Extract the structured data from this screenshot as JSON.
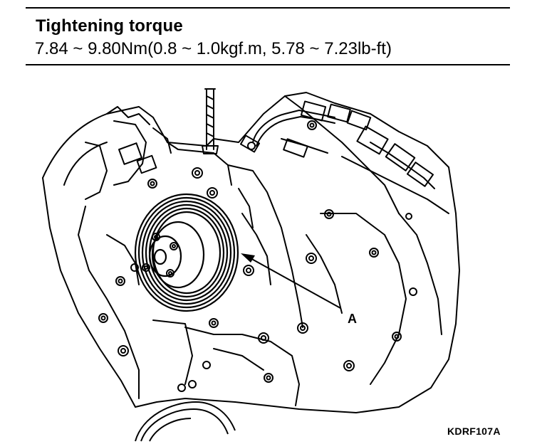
{
  "spec": {
    "heading": "Tightening torque",
    "value": "7.84 ~ 9.80Nm(0.8 ~ 1.0kgf.m, 5.78 ~ 7.23lb-ft)"
  },
  "callout": {
    "label": "A"
  },
  "figure": {
    "code": "KDRF107A"
  },
  "colors": {
    "ink": "#000000",
    "paper": "#ffffff"
  }
}
